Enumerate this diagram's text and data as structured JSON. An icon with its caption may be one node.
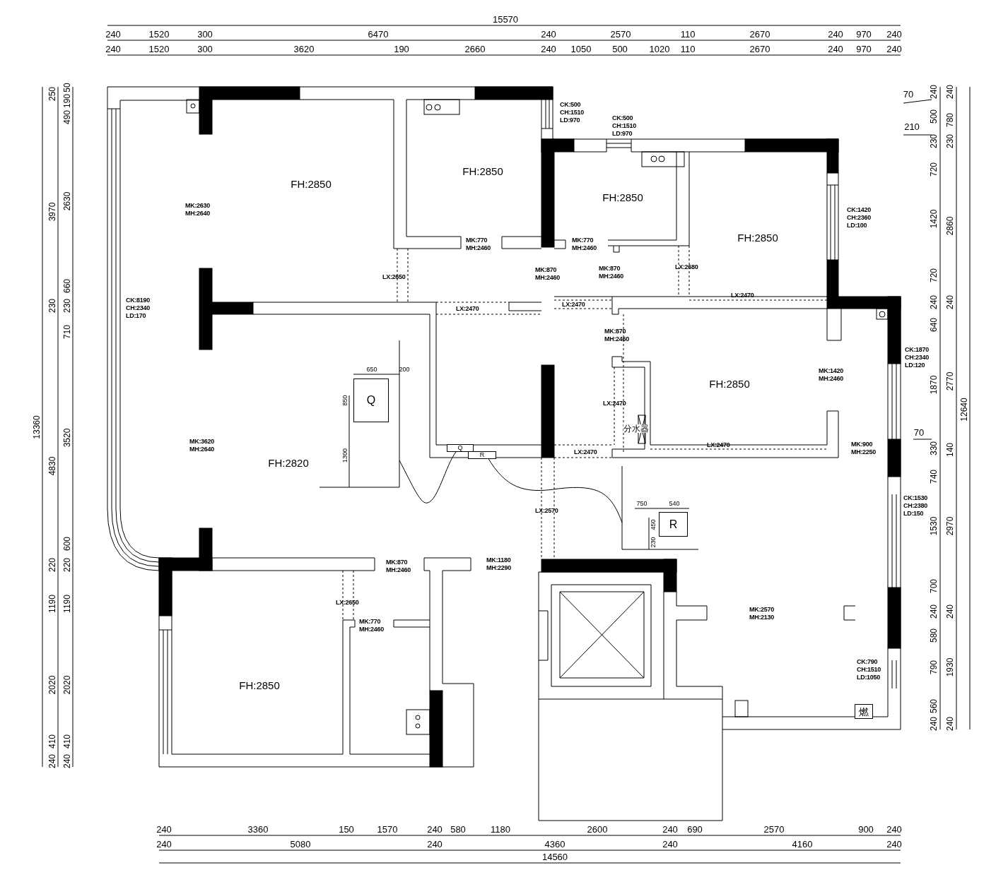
{
  "diagram": {
    "nodes": [
      {
        "text": [
          "Q"
        ]
      },
      {
        "text": [
          "Q"
        ]
      },
      {
        "text": [
          "R"
        ]
      },
      {
        "text": [
          "R"
        ]
      },
      {
        "text": [
          "燃"
        ]
      }
    ],
    "edges": [
      {
        "from": 1,
        "to": 0,
        "arrow": "none"
      }
    ],
    "labels": [
      "15570",
      "240",
      "1520",
      "300",
      "6470",
      "240",
      "2570",
      "110",
      "2670",
      "240",
      "970",
      "240",
      "240",
      "1520",
      "300",
      "3620",
      "190",
      "2660",
      "240",
      "1050",
      "500",
      "1020",
      "110",
      "2670",
      "240",
      "970",
      "240",
      "13360",
      "250",
      "3970",
      "230",
      "4830",
      "220",
      "1190",
      "2020",
      "410",
      "240",
      "50",
      "190",
      "490",
      "2630",
      "660",
      "230",
      "710",
      "3520",
      "600",
      "220",
      "1190",
      "2020",
      "410",
      "240",
      "70",
      "210",
      "240",
      "500",
      "230",
      "720",
      "1420",
      "720",
      "240",
      "640",
      "1870",
      "330",
      "740",
      "1530",
      "700",
      "240",
      "580",
      "790",
      "560",
      "240",
      "240",
      "780",
      "230",
      "2860",
      "240",
      "2770",
      "140",
      "2970",
      "240",
      "1930",
      "240",
      "12640",
      "70",
      "CK:500 CH:1510 LD:970",
      "CK:500 CH:1510 LD:970",
      "FH:2850",
      "FH:2850",
      "FH:2850",
      "MK:2630 MH:2640",
      "CK:1420 CH:2360 LD:100",
      "MK:770 MH:2460",
      "MK:770 MH:2460",
      "FH:2850",
      "LX:2680",
      "MK:870 MH:2460",
      "MK:870 MH:2460",
      "LX:2650",
      "LX:2470",
      "CK:8190 CH:2340 LD:170",
      "LX:2470",
      "LX:2470",
      "MK:870 MH:2460",
      "CK:1870 CH:2340 LD:120",
      "MK:1420 MH:2460",
      "650",
      "200",
      "FH:2850",
      "850",
      "LX:2470",
      "分水器",
      "MK:3620 MH:2640",
      "LX:2470",
      "MK:900 MH:2250",
      "LX:2470",
      "1300",
      "FH:2820",
      "CK:1530 CH:2380 LD:150",
      "750",
      "540",
      "LX:2570",
      "450",
      "230",
      "MK:870 MH:2460",
      "MK:1180 MH:2290",
      "LX:2650",
      "MK:2570 MH:2130",
      "MK:770 MH:2460",
      "CK:790 CH:1510 LD:1050",
      "FH:2850",
      "240",
      "3360",
      "150",
      "1570",
      "240",
      "580",
      "1180",
      "2600",
      "240",
      "690",
      "2570",
      "900",
      "240",
      "240",
      "5080",
      "240",
      "4360",
      "240",
      "4160",
      "240",
      "14560"
    ]
  }
}
